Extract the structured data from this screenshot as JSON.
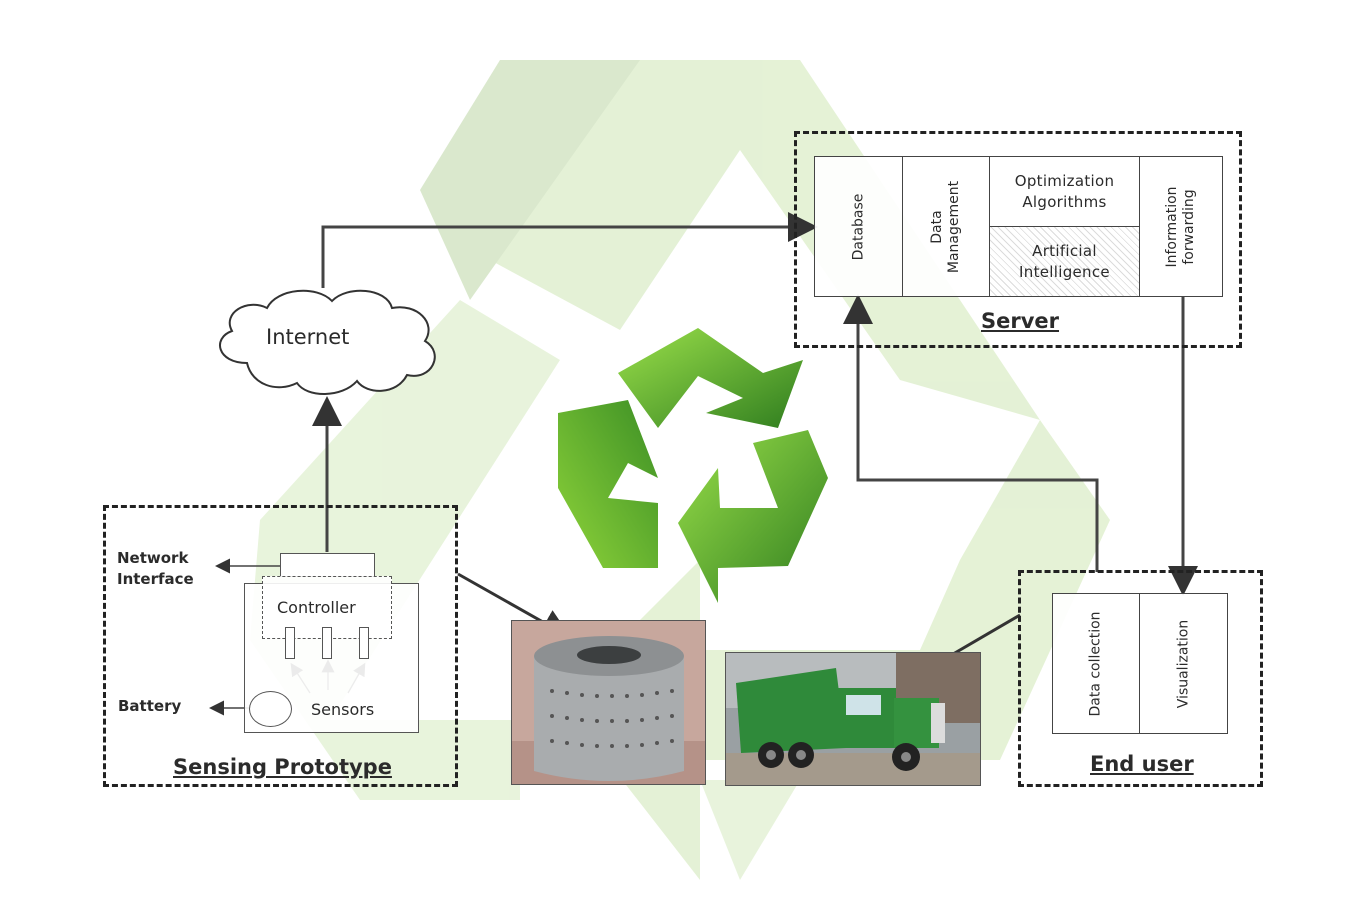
{
  "server": {
    "title": "Server",
    "cells": {
      "database": "Database",
      "data_management_line1": "Data",
      "data_management_line2": "Management",
      "optimization_line1": "Optimization",
      "optimization_line2": "Algorithms",
      "ai_line1": "Artificial",
      "ai_line2": "Intelligence",
      "forwarding_line1": "Information",
      "forwarding_line2": "forwarding"
    }
  },
  "internet": {
    "label": "Internet"
  },
  "sensing": {
    "title": "Sensing Prototype",
    "network_interface_line1": "Network",
    "network_interface_line2": "Interface",
    "controller": "Controller",
    "battery": "Battery",
    "sensors": "Sensors"
  },
  "end_user": {
    "title": "End user",
    "data_collection": "Data collection",
    "visualization": "Visualization"
  },
  "colors": {
    "recycle_dark": "#2f7d1f",
    "recycle_light": "#8fd43a",
    "watermark": "#d9ecc2",
    "truck_green": "#2f8a3a"
  }
}
